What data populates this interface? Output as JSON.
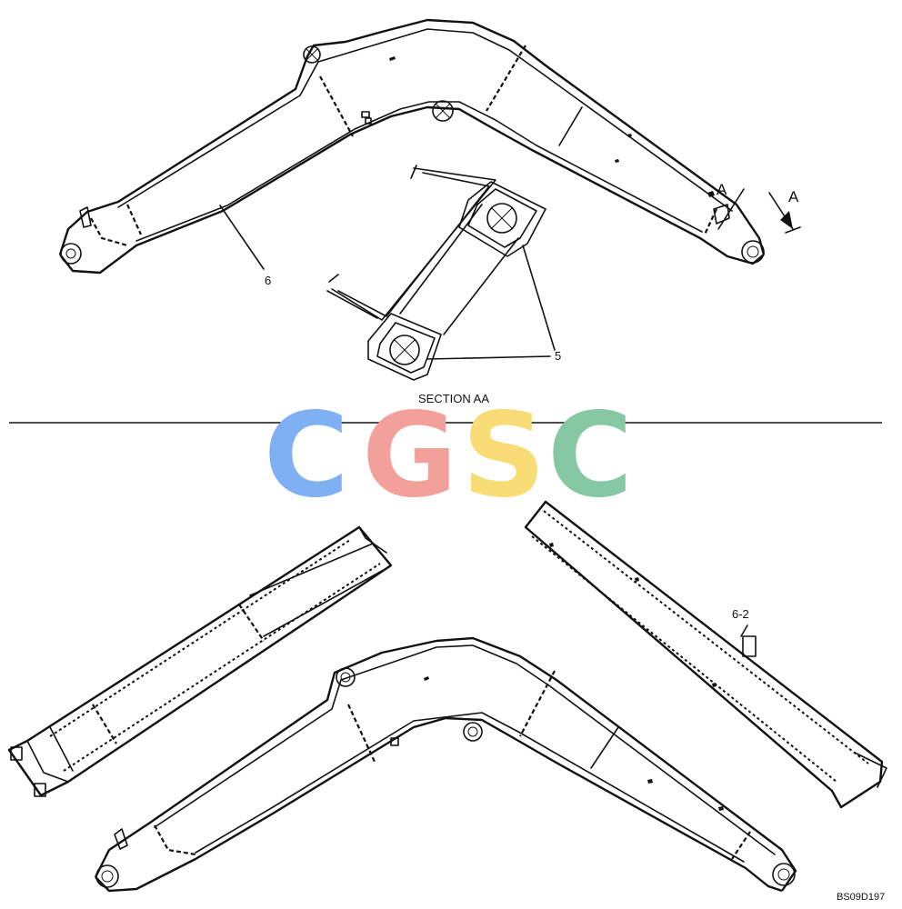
{
  "labels": {
    "callout_6": "6",
    "callout_5": "5",
    "callout_6_2": "6-2",
    "section_title": "SECTION AA",
    "view_marker_a1": "A",
    "view_marker_a2": "A",
    "drawing_number": "BS09D197"
  },
  "watermark": {
    "letters": [
      "C",
      "G",
      "S",
      "C"
    ],
    "colors": [
      "#7fb0f4",
      "#f4a09a",
      "#f8dc76",
      "#86c8a4"
    ]
  }
}
